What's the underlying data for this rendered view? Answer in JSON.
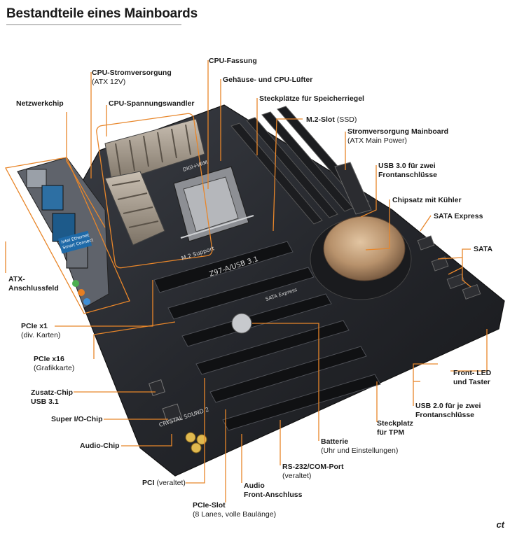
{
  "title": "Bestandteile eines Mainboards",
  "brand": "ct",
  "accent_color": "#e8862a",
  "labels": {
    "cpu_strom": {
      "main": "CPU-Stromversorgung",
      "sub": "(ATX 12V)"
    },
    "cpu_fassung": {
      "main": "CPU-Fassung"
    },
    "gehaeuse_luefter": {
      "main": "Gehäuse- und CPU-Lüfter"
    },
    "netzwerkchip": {
      "main": "Netzwerkchip"
    },
    "cpu_spannung": {
      "main": "CPU-Spannungswandler"
    },
    "steckplaetze": {
      "main": "Steckplätze für Speicherriegel"
    },
    "m2": {
      "main": "M.2-Slot",
      "sub": "(SSD)"
    },
    "strom_mainboard": {
      "main": "Stromversorgung Mainboard",
      "sub": "(ATX Main Power)"
    },
    "usb3": {
      "main": "USB 3.0 für zwei",
      "main2": "Frontanschlüsse"
    },
    "chipsatz": {
      "main": "Chipsatz mit Kühler"
    },
    "sata_express": {
      "main": "SATA Express"
    },
    "sata": {
      "main": "SATA"
    },
    "atx": {
      "main": "ATX-",
      "main2": "Anschlussfeld"
    },
    "pcie_x1": {
      "main": "PCIe x1",
      "sub": "(div. Karten)"
    },
    "pcie_x16": {
      "main": "PCIe x16",
      "sub": "(Grafikkarte)"
    },
    "zusatz_chip": {
      "main": "Zusatz-Chip",
      "main2": "USB 3.1"
    },
    "super_io": {
      "main": "Super I/O-Chip"
    },
    "audio_chip": {
      "main": "Audio-Chip"
    },
    "pci": {
      "main": "PCI",
      "sub": "(veraltet)"
    },
    "pcie_slot": {
      "main": "PCIe-Slot",
      "sub": "(8 Lanes, volle Baulänge)"
    },
    "audio_front": {
      "main": "Audio",
      "main2": "Front-Anschluss"
    },
    "rs232": {
      "main": "RS-232/COM-Port",
      "sub": "(veraltet)"
    },
    "batterie": {
      "main": "Batterie",
      "sub": "(Uhr und Einstellungen)"
    },
    "tpm": {
      "main": "Steckplatz",
      "main2": "für TPM"
    },
    "usb2": {
      "main": "USB 2.0 für je zwei",
      "main2": "Frontanschlüsse"
    },
    "front_led": {
      "main": "Front- LED",
      "main2": "und Taster"
    }
  },
  "board_texts": {
    "model": "Z97-A/USB 3.1",
    "m2_support": "M.2 Support",
    "express": "SATA Express",
    "crystal": "CRYSTAL SOUND 2",
    "digi": "DIGI+VRM",
    "intel": "Intel Ethernet",
    "smart": "Smart Connect"
  }
}
